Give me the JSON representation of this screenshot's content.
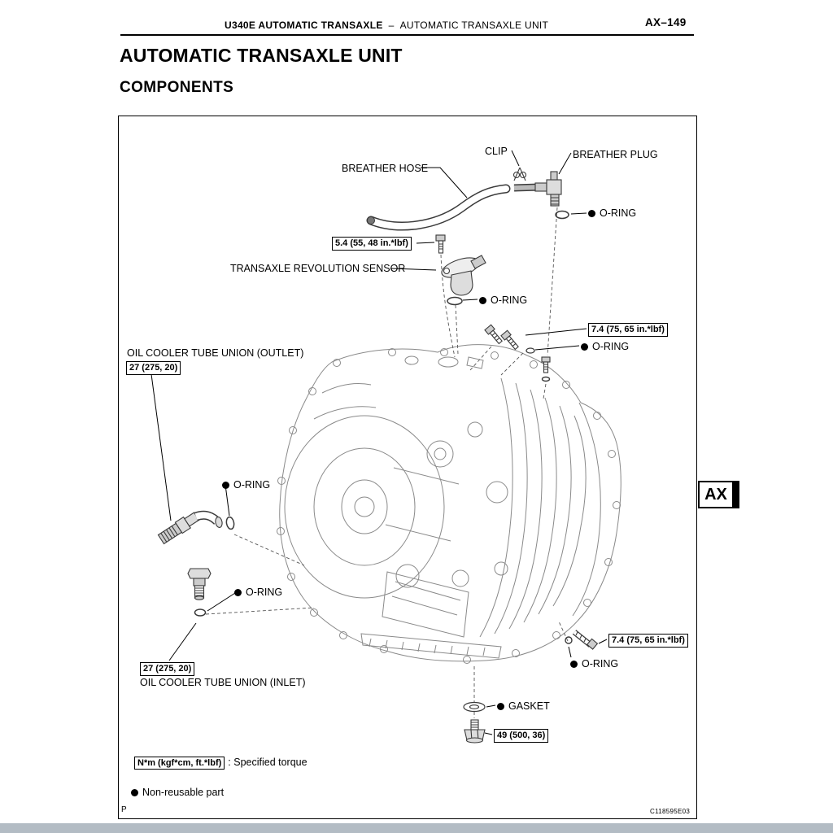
{
  "header": {
    "breadcrumb_bold": "U340E AUTOMATIC TRANSAXLE",
    "breadcrumb_sep": "–",
    "breadcrumb_rest": "AUTOMATIC TRANSAXLE UNIT",
    "page_number": "AX–149",
    "side_tab": "AX"
  },
  "titles": {
    "main": "AUTOMATIC TRANSAXLE UNIT",
    "sub": "COMPONENTS"
  },
  "diagram": {
    "labels": {
      "clip": "CLIP",
      "breather_plug": "BREATHER PLUG",
      "breather_hose": "BREATHER HOSE",
      "oring": "O-RING",
      "sensor": "TRANSAXLE REVOLUTION SENSOR",
      "outlet": "OIL COOLER TUBE UNION (OUTLET)",
      "inlet": "OIL COOLER TUBE UNION (INLET)",
      "gasket": "GASKET"
    },
    "torques": {
      "t54": "5.4 (55, 48 in.*lbf)",
      "t74": "7.4 (75, 65 in.*lbf)",
      "t27": "27 (275, 20)",
      "t49": "49 (500, 36)"
    },
    "legend": {
      "torque_unit": "N*m (kgf*cm, ft.*lbf)",
      "torque_desc": ": Specified torque",
      "non_reusable": "Non-reusable part"
    },
    "footer": {
      "page_letter": "P",
      "figure_code": "C118595E03"
    }
  }
}
